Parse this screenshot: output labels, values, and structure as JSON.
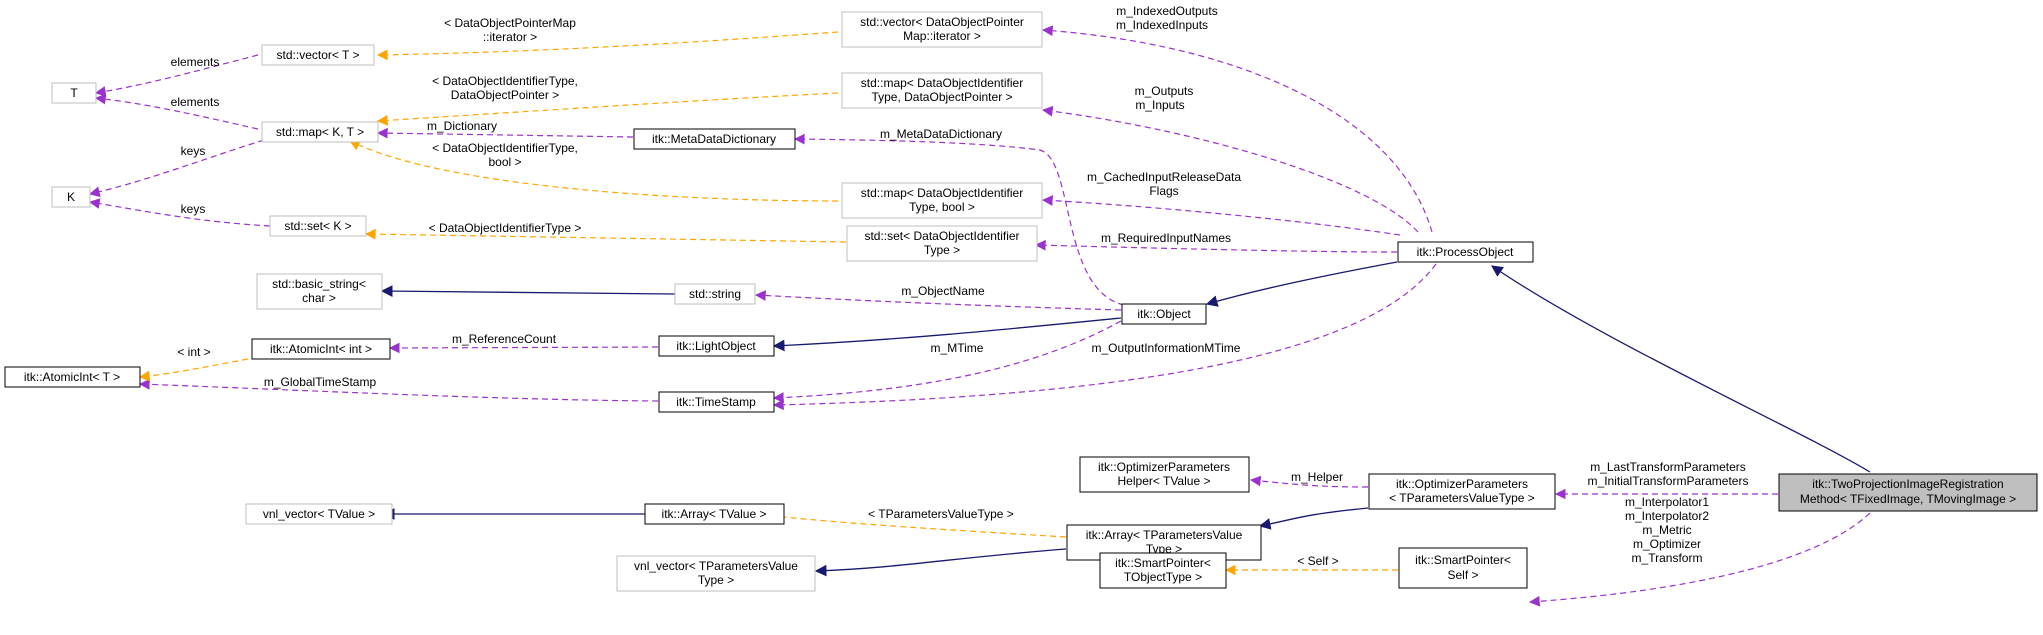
{
  "colors": {
    "inheritance": "#191970",
    "template": "#ffa500",
    "member": "#9a32cd",
    "focus_fill": "#bfbfbf"
  },
  "nodes": {
    "T": "T",
    "K": "K",
    "atomicint_t": "itk::AtomicInt< T >",
    "std_vector_t": "std::vector< T >",
    "std_map_kt": "std::map< K, T >",
    "std_set_k": "std::set< K >",
    "basic_string": [
      "std::basic_string<",
      "char >"
    ],
    "atomicint_int": "itk::AtomicInt< int >",
    "vnl_vector_tvalue": "vnl_vector< TValue >",
    "vnl_vector_tparam": [
      "vnl_vector< TParametersValue",
      "Type >"
    ],
    "metadatadictionary": "itk::MetaDataDictionary",
    "std_string": "std::string",
    "lightobject": "itk::LightObject",
    "timestamp": "itk::TimeStamp",
    "array_tvalue": "itk::Array< TValue >",
    "vector_dopm": [
      "std::vector< DataObjectPointer",
      "Map::iterator >"
    ],
    "map_doi_dop": [
      "std::map< DataObjectIdentifier",
      "Type, DataObjectPointer >"
    ],
    "map_doi_bool": [
      "std::map< DataObjectIdentifier",
      "Type, bool >"
    ],
    "set_doi": [
      "std::set< DataObjectIdentifier",
      "Type >"
    ],
    "itk_object": "itk::Object",
    "opt_helper": [
      "itk::OptimizerParameters",
      "Helper< TValue >"
    ],
    "array_tparam": [
      "itk::Array< TParametersValue",
      "Type >"
    ],
    "smartpointer_tobj": [
      "itk::SmartPointer<",
      "TObjectType >"
    ],
    "processobject": "itk::ProcessObject",
    "opt_params": [
      "itk::OptimizerParameters",
      "< TParametersValueType >"
    ],
    "smartpointer_self": [
      "itk::SmartPointer<",
      "Self >"
    ],
    "twoprojection": [
      "itk::TwoProjectionImageRegistration",
      "Method< TFixedImage, TMovingImage >"
    ]
  },
  "edge_labels": {
    "elements_vector": "elements",
    "elements_map": "elements",
    "keys_map": "keys",
    "keys_set": "keys",
    "int": "< int >",
    "global_timestamp": "m_GlobalTimeStamp",
    "dictionary": "m_Dictionary",
    "reference_count": "m_ReferenceCount",
    "object_name": "m_ObjectName",
    "mtime": "m_MTime",
    "dopm_iterator": [
      "< DataObjectPointerMap",
      "::iterator >"
    ],
    "doi_dop": [
      "< DataObjectIdentifierType,",
      "DataObjectPointer >"
    ],
    "doi_bool": [
      "< DataObjectIdentifierType,",
      "bool >"
    ],
    "doi": "< DataObjectIdentifierType >",
    "metadatadictionary": "m_MetaDataDictionary",
    "indexed": [
      "m_IndexedOutputs",
      "m_IndexedInputs"
    ],
    "outputs_inputs": [
      "m_Outputs",
      "m_Inputs"
    ],
    "cached_flags": [
      "m_CachedInputReleaseData",
      "Flags"
    ],
    "required_input_names": "m_RequiredInputNames",
    "output_info_mtime": "m_OutputInformationMTime",
    "helper": "m_Helper",
    "tparam_value_type": "< TParametersValueType >",
    "self": "< Self >",
    "transform_params": [
      "m_LastTransformParameters",
      "m_InitialTransformParameters"
    ],
    "smartpointer_members": [
      "m_Interpolator1",
      "m_Interpolator2",
      "m_Metric",
      "m_Optimizer",
      "m_Transform"
    ]
  }
}
